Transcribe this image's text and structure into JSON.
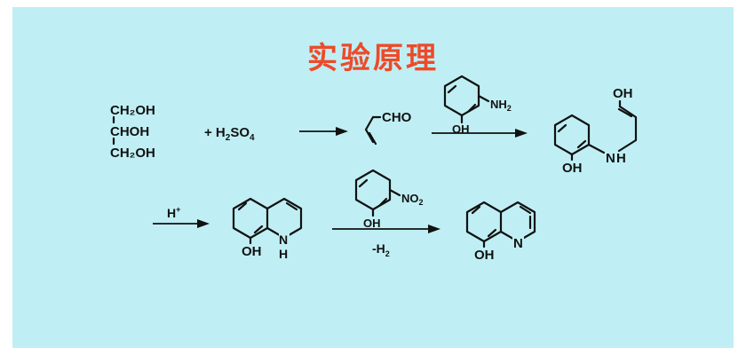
{
  "slide": {
    "title": "实验原理",
    "title_color": "#ee4a2a",
    "background": "#bfeff4"
  },
  "glycerol": {
    "line1": "CH₂OH",
    "line2": "CHOH",
    "line3": "CH₂OH"
  },
  "reagents": {
    "sulfuric_acid_prefix": "+ H",
    "sulfuric_acid_sub2": "2",
    "sulfuric_acid_mid": "SO",
    "sulfuric_acid_sub4": "4",
    "acrolein_cho": "CHO",
    "aminophenol_nh2": "NH",
    "aminophenol_nh2_sub": "2",
    "aminophenol_oh": "OH",
    "intermediate_oh_top": "OH",
    "intermediate_nh": "N",
    "intermediate_h": "H",
    "intermediate_oh": "OH",
    "acid_catalyst": "H",
    "acid_catalyst_sup": "+",
    "dihydro_nh": "N",
    "dihydro_h": "H",
    "dihydro_oh": "OH",
    "nitrophenol_no2": "NO",
    "nitrophenol_no2_sub": "2",
    "nitrophenol_oh": "OH",
    "dehydrogenation": "-H",
    "dehydrogenation_sub": "2",
    "product_n": "N",
    "product_oh": "OH"
  }
}
